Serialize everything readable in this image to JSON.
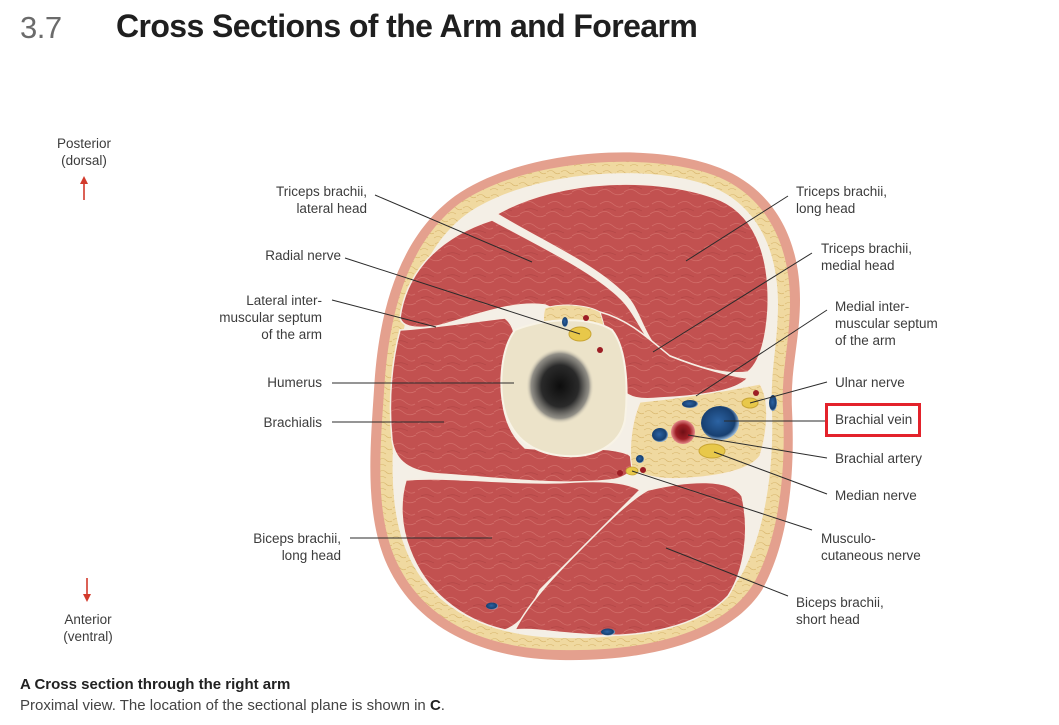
{
  "header": {
    "section_number": "3.7",
    "title": "Cross Sections of the Arm and Forearm"
  },
  "orientation": {
    "top_label": "Posterior\n(dorsal)",
    "bottom_label": "Anterior\n(ventral)",
    "arrow_color": "#d23a2c"
  },
  "labels_left": [
    {
      "id": "triceps-lateral-head",
      "text": "Triceps brachii,\nlateral head"
    },
    {
      "id": "radial-nerve",
      "text": "Radial nerve"
    },
    {
      "id": "lateral-intermuscular-septum",
      "text": "Lateral inter-\nmuscular septum\nof the arm"
    },
    {
      "id": "humerus",
      "text": "Humerus"
    },
    {
      "id": "brachialis",
      "text": "Brachialis"
    },
    {
      "id": "biceps-long-head",
      "text": "Biceps brachii,\nlong head"
    }
  ],
  "labels_right": [
    {
      "id": "triceps-long-head",
      "text": "Triceps brachii,\nlong head"
    },
    {
      "id": "triceps-medial-head",
      "text": "Triceps brachii,\nmedial head"
    },
    {
      "id": "medial-intermuscular-septum",
      "text": "Medial inter-\nmuscular septum\nof the arm"
    },
    {
      "id": "ulnar-nerve",
      "text": "Ulnar nerve"
    },
    {
      "id": "brachial-vein",
      "text": "Brachial vein",
      "highlighted": true
    },
    {
      "id": "brachial-artery",
      "text": "Brachial artery"
    },
    {
      "id": "median-nerve",
      "text": "Median nerve"
    },
    {
      "id": "musculocutaneous-nerve",
      "text": "Musculo-\ncutaneous nerve"
    },
    {
      "id": "biceps-short-head",
      "text": "Biceps brachii,\nshort head"
    }
  ],
  "highlight": {
    "target": "Brachial vein",
    "color": "#e3222b"
  },
  "colors": {
    "skin": "#e4a08e",
    "fat": "#f0d9a0",
    "muscle": "#c25150",
    "muscle_dark": "#a9403f",
    "fascia": "#f4efe6",
    "bone": "#ece3c9",
    "marrow": "#1a1a1a",
    "vein": "#1f4f86",
    "artery": "#9d1e25",
    "nerve": "#e8c84a"
  },
  "caption": {
    "title": "A  Cross section through the right arm",
    "text_before": "Proximal view. The location of the sectional plane is shown in ",
    "text_bold": "C",
    "text_after": "."
  }
}
